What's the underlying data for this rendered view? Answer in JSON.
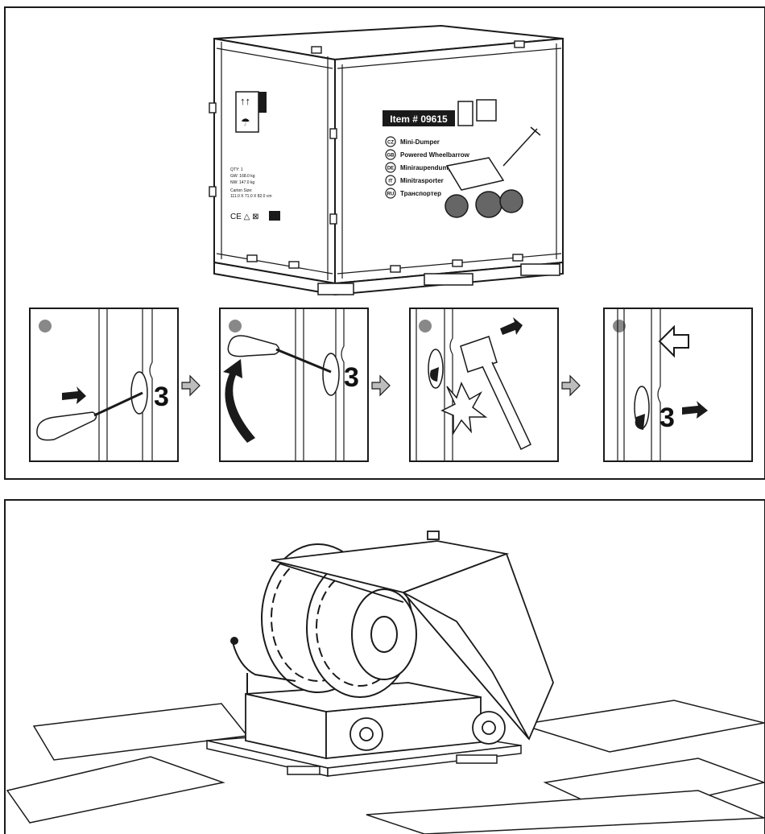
{
  "crate": {
    "item_number": "Item # 09615",
    "languages": [
      {
        "code": "CZ",
        "name": "Mini-Dumper"
      },
      {
        "code": "GB",
        "name": "Powered Wheelbarrow"
      },
      {
        "code": "DE",
        "name": "Miniraupendumper"
      },
      {
        "code": "IT",
        "name": "Minitrasporter"
      },
      {
        "code": "RU",
        "name": "Транспортер"
      }
    ],
    "side_info": [
      "QTY: 1",
      "GW: 168.0 kg",
      "NW: 147.0 kg",
      "Carton Size:",
      "111.0 X 71.0 X 82.0 cm"
    ],
    "marks": "CE △ ⊠"
  },
  "steps": [
    {
      "id": 1,
      "action": "insert-screwdriver"
    },
    {
      "id": 2,
      "action": "rotate-screwdriver"
    },
    {
      "id": 3,
      "action": "hammer-clip"
    },
    {
      "id": 4,
      "action": "remove-clip"
    }
  ],
  "colors": {
    "line": "#1a1a1a",
    "fill_grey": "#888888",
    "arrow_grey": "#bdbdbd"
  }
}
